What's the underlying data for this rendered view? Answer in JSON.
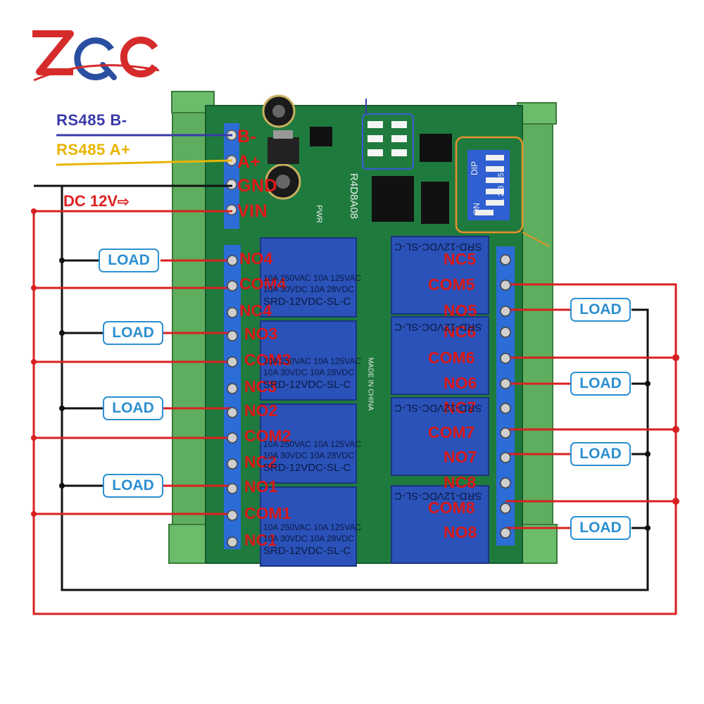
{
  "brand": {
    "logo_text": "ZQC",
    "colors": {
      "red": "#d62b2b",
      "blue": "#2a4fa0"
    }
  },
  "wiring": {
    "b_label": "RS485 B-",
    "a_label": "RS485 A+",
    "dc_label": "DC 12V",
    "power_pins": [
      "B-",
      "A+",
      "GND",
      "VIN"
    ],
    "load_label": "LOAD",
    "left_terminals": [
      "NO4",
      "COM4",
      "NC4",
      "NO3",
      "COM3",
      "NC3",
      "NO2",
      "COM2",
      "NC2",
      "NO1",
      "COM1",
      "NC1"
    ],
    "right_terminals": [
      "NC5",
      "COM5",
      "NO5",
      "NC6",
      "COM6",
      "NO6",
      "NC7",
      "COM7",
      "NO7",
      "NC8",
      "COM8",
      "NO8"
    ]
  },
  "board": {
    "model": "R4D8A08",
    "dip_label": "DIP",
    "dip_on": "ON",
    "dip_numbers": "1 2 3 4 5 6",
    "pwr_label": "PWR",
    "made_in": "MADE IN CHINA",
    "relay_model": "SRD-12VDC-SL-C",
    "relay_rating_1": "10A 250VAC  10A 125VAC",
    "relay_rating_2": "10A 30VDC  10A 28VDC",
    "colors": {
      "pcb": "#1f7a3e",
      "rail": "#5fae5f",
      "relay": "#2a52b8",
      "terminal": "#2b6cd6"
    }
  }
}
